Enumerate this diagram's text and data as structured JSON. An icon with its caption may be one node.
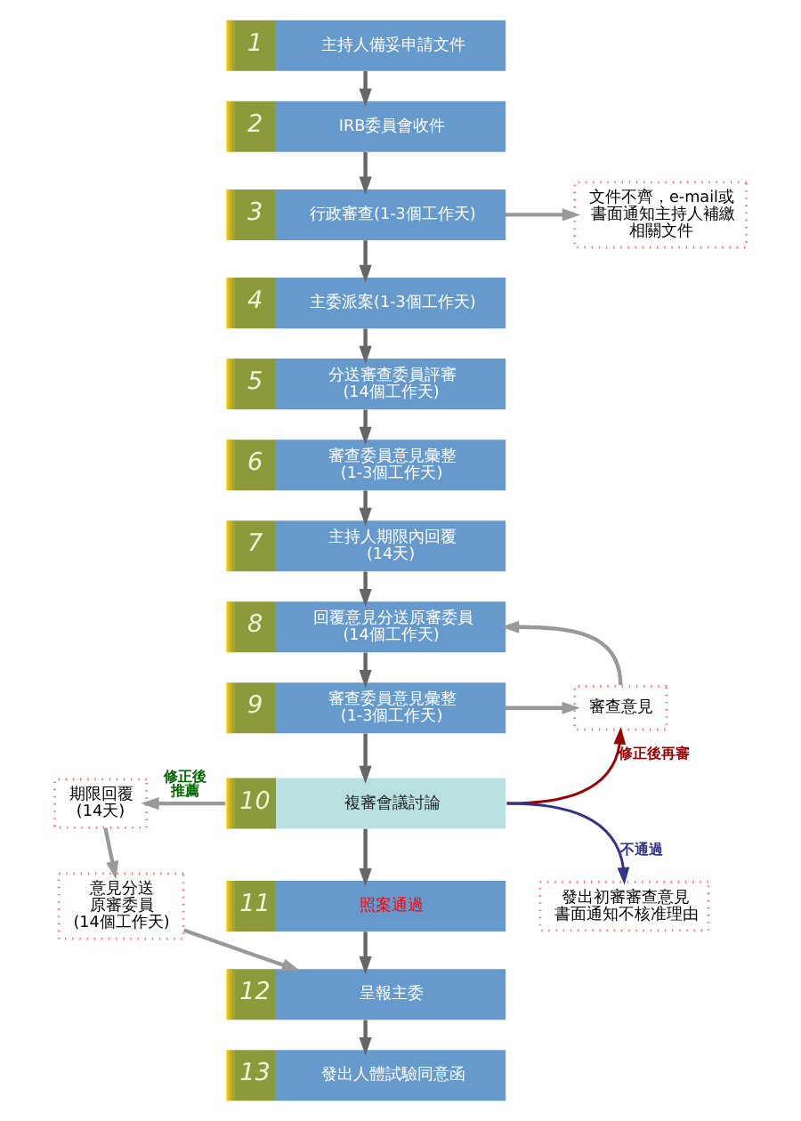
{
  "diagram": {
    "nodes": [
      {
        "text": [
          "1",
          "主持人備妥申請文件"
        ]
      },
      {
        "text": [
          "2",
          "IRB委員會收件"
        ]
      },
      {
        "text": [
          "3",
          "行政審查(1-3個工作天)"
        ]
      },
      {
        "text": [
          "文件不齊，e-mail或書面通知主持人補繳相關文件"
        ]
      },
      {
        "text": [
          "4",
          "主委派案(1-3個工作天)"
        ]
      },
      {
        "text": [
          "5",
          "分送審查委員評審(14個工作天)"
        ]
      },
      {
        "text": [
          "6",
          "審查委員意見彙整(1-3個工作天)"
        ]
      },
      {
        "text": [
          "7",
          "主持人期限內回覆(14天)"
        ]
      },
      {
        "text": [
          "8",
          "回覆意見分送原審委員(14個工作天)"
        ]
      },
      {
        "text": [
          "9",
          "審查委員意見彙整(1-3個工作天)"
        ]
      },
      {
        "text": [
          "審查意見"
        ]
      },
      {
        "text": [
          "10",
          "複審會議討論"
        ]
      },
      {
        "text": [
          "期限回覆(14天)"
        ]
      },
      {
        "text": [
          "意見分送原審委員(14個工作天)"
        ]
      },
      {
        "text": [
          "11",
          "照案通過"
        ]
      },
      {
        "text": [
          "發出初審審查意見書面通知不核准理由"
        ]
      },
      {
        "text": [
          "12",
          "呈報主委"
        ]
      },
      {
        "text": [
          "13",
          "發出人體試驗同意函"
        ]
      }
    ],
    "edges": [
      {
        "from": 0,
        "to": 1,
        "arrow": "to"
      },
      {
        "from": 1,
        "to": 2,
        "arrow": "to"
      },
      {
        "from": 2,
        "to": 3,
        "arrow": "to",
        "color": "#999999"
      },
      {
        "from": 2,
        "to": 4,
        "arrow": "to"
      },
      {
        "from": 4,
        "to": 5,
        "arrow": "to"
      },
      {
        "from": 5,
        "to": 6,
        "arrow": "to"
      },
      {
        "from": 6,
        "to": 7,
        "arrow": "to"
      },
      {
        "from": 7,
        "to": 8,
        "arrow": "to"
      },
      {
        "from": 8,
        "to": 9,
        "arrow": "to"
      },
      {
        "from": 9,
        "to": 10,
        "arrow": "to",
        "color": "#999999"
      },
      {
        "from": 10,
        "to": 8,
        "arrow": "to",
        "color": "#999999"
      },
      {
        "from": 9,
        "to": 11,
        "arrow": "to"
      },
      {
        "from": 11,
        "to": 10,
        "arrow": "to",
        "label": "修正後再審",
        "color": "#990000"
      },
      {
        "from": 11,
        "to": 15,
        "arrow": "to",
        "label": "不通過",
        "color": "#333388"
      },
      {
        "from": 11,
        "to": 12,
        "arrow": "to",
        "label": "修正後推薦",
        "color": "#999999"
      },
      {
        "from": 12,
        "to": 13,
        "arrow": "to",
        "color": "#999999"
      },
      {
        "from": 13,
        "to": 16,
        "arrow": "to",
        "color": "#999999"
      },
      {
        "from": 11,
        "to": 14,
        "arrow": "to"
      },
      {
        "from": 14,
        "to": 16,
        "arrow": "to"
      },
      {
        "from": 16,
        "to": 17,
        "arrow": "to"
      }
    ]
  }
}
